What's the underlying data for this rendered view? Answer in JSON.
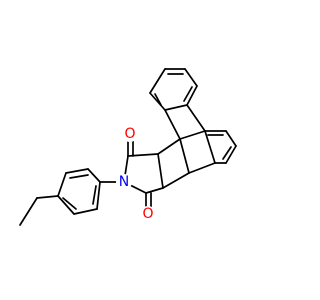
{
  "molecule": {
    "atom_labels": {
      "o_top": "O",
      "o_bottom": "O",
      "n_imide": "N"
    },
    "colors": {
      "oxygen": "#ff0000",
      "nitrogen": "#0000ff",
      "bond": "#000000",
      "background": "#ffffff"
    }
  }
}
